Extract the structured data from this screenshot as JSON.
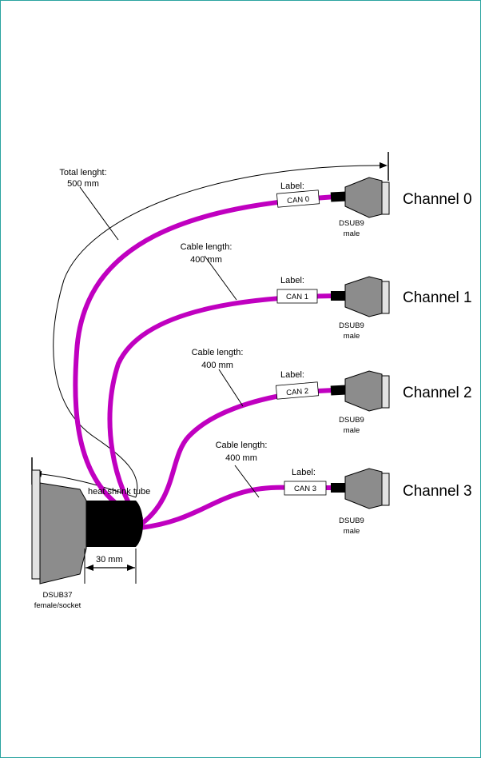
{
  "diagram": {
    "total_length": {
      "line1": "Total lenght:",
      "line2": "500 mm"
    },
    "heat_shrink": "heat shrink tube",
    "heat_shrink_length": "30 mm",
    "main_connector": {
      "line1": "DSUB37",
      "line2": "female/socket"
    },
    "cable_color": "#c000c0",
    "branches": [
      {
        "channel": "Channel 0",
        "label_title": "Label:",
        "label_text": "CAN 0",
        "connector_line1": "DSUB9",
        "connector_line2": "male"
      },
      {
        "channel": "Channel 1",
        "label_title": "Label:",
        "label_text": "CAN 1",
        "connector_line1": "DSUB9",
        "connector_line2": "male",
        "cable_length_line1": "Cable length:",
        "cable_length_line2": "400 mm"
      },
      {
        "channel": "Channel 2",
        "label_title": "Label:",
        "label_text": "CAN 2",
        "connector_line1": "DSUB9",
        "connector_line2": "male",
        "cable_length_line1": "Cable length:",
        "cable_length_line2": "400 mm"
      },
      {
        "channel": "Channel 3",
        "label_title": "Label:",
        "label_text": "CAN 3",
        "connector_line1": "DSUB9",
        "connector_line2": "male",
        "cable_length_line1": "Cable length:",
        "cable_length_line2": "400 mm"
      }
    ]
  }
}
